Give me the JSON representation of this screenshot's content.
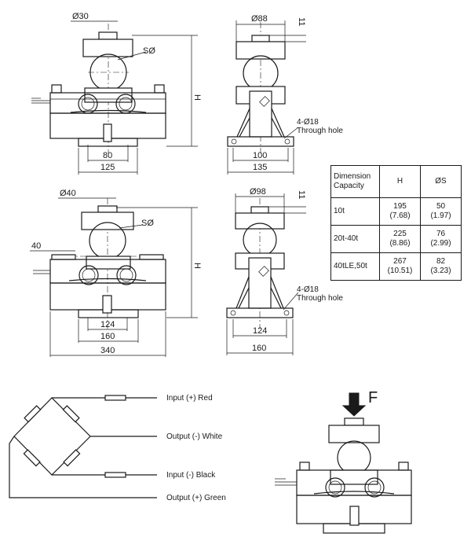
{
  "views": {
    "small_front": {
      "top_dia": "Ø30",
      "sphere": "SØ",
      "height": "H",
      "inner": "80",
      "outer": "125"
    },
    "small_side": {
      "top_dia": "Ø88",
      "top_h": "11",
      "holes": "4-Ø18",
      "hole_note": "Through hole",
      "inner": "100",
      "outer": "135"
    },
    "large_front": {
      "top_dia": "Ø40",
      "sphere": "SØ",
      "height": "H",
      "offset": "40",
      "inner": "124",
      "mid": "160",
      "outer": "340"
    },
    "large_side": {
      "top_dia": "Ø98",
      "top_h": "11",
      "holes": "4-Ø18",
      "hole_note": "Through hole",
      "inner": "124",
      "outer": "160"
    }
  },
  "table": {
    "header": {
      "line1": "Dimension",
      "line2": "Capacity",
      "col_h": "H",
      "col_s": "ØS"
    },
    "rows": [
      {
        "capacity": "10t",
        "h_mm": "195",
        "h_in": "(7.68)",
        "s_mm": "50",
        "s_in": "(1.97)"
      },
      {
        "capacity": "20t-40t",
        "h_mm": "225",
        "h_in": "(8.86)",
        "s_mm": "76",
        "s_in": "(2.99)"
      },
      {
        "capacity": "40tLE,50t",
        "h_mm": "267",
        "h_in": "(10.51)",
        "s_mm": "82",
        "s_in": "(3.23)"
      }
    ]
  },
  "wiring": {
    "input_pos": "Input (+) Red",
    "output_neg": "Output (-) White",
    "input_neg": "Input (-) Black",
    "output_pos": "Output (+) Green"
  },
  "load": {
    "force": "F"
  }
}
